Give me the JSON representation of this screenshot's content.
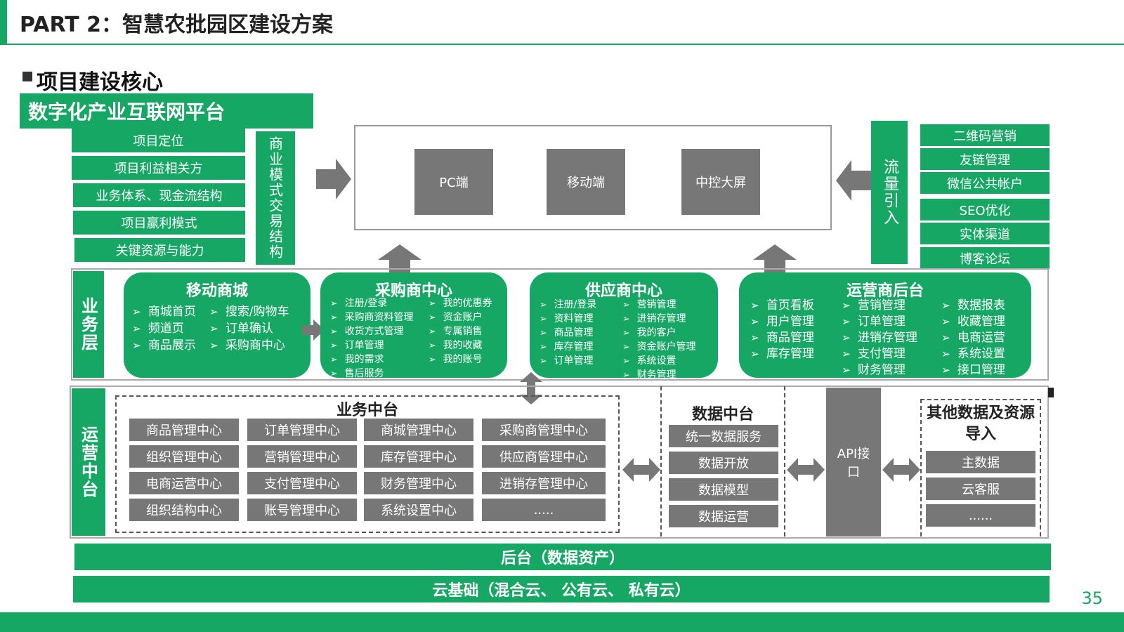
{
  "title": "PART 2：智慧农批园区建设方案",
  "section": "项目建设核心",
  "platform": "数字化产业互联网平台",
  "left_items": [
    "项目定位",
    "项目利益相关方",
    "业务体系、现金流结构",
    "项目赢利模式",
    "关键资源与能力"
  ],
  "business_model": "商业模式交易结构",
  "screens": [
    "PC端",
    "移动端",
    "中控大屏"
  ],
  "traffic": "流量引入",
  "traffic_items": [
    "二维码营销",
    "友链管理",
    "微信公共帐户",
    "SEO优化",
    "实体渠道",
    "博客论坛"
  ],
  "biz_layer": "业务层",
  "biz": {
    "mall": {
      "title": "移动商城",
      "col1": [
        "商城首页",
        "频道页",
        "商品展示"
      ],
      "col2": [
        "搜索/购物车",
        "订单确认",
        "采购商中心"
      ]
    },
    "purchase": {
      "title": "采购商中心",
      "col1": [
        "注册/登录",
        "采购商资料管理",
        "收货方式管理",
        "订单管理",
        "我的需求",
        "售后服务"
      ],
      "col2": [
        "我的优惠券",
        "资金账户",
        "专属销售",
        "我的收藏",
        "我的账号"
      ]
    },
    "supplier": {
      "title": "供应商中心",
      "col1": [
        "注册/登录",
        "资料管理",
        "商品管理",
        "库存管理",
        "订单管理"
      ],
      "col2": [
        "营销管理",
        "进销存管理",
        "我的客户",
        "资金账户管理",
        "系统设置",
        "财务管理"
      ]
    },
    "operator": {
      "title": "运营商后台",
      "col1": [
        "首页看板",
        "用户管理",
        "商品管理",
        "库存管理"
      ],
      "col2": [
        "营销管理",
        "订单管理",
        "进销存管理",
        "支付管理",
        "财务管理"
      ],
      "col3": [
        "数据报表",
        "收藏管理",
        "电商运营",
        "系统设置",
        "接口管理"
      ]
    }
  },
  "ops_layer": "运营中台",
  "biz_platform": {
    "title": "业务中台",
    "grid": [
      [
        "商品管理中心",
        "订单管理中心",
        "商城管理中心",
        "采购商管理中心"
      ],
      [
        "组织管理中心",
        "营销管理中心",
        "库存管理中心",
        "供应商管理中心"
      ],
      [
        "电商运营中心",
        "支付管理中心",
        "财务管理中心",
        "进销存管理中心"
      ],
      [
        "组织结构中心",
        "账号管理中心",
        "系统设置中心",
        "....."
      ]
    ]
  },
  "data_platform": {
    "title": "数据中台",
    "items": [
      "统一数据服务",
      "数据开放",
      "数据模型",
      "数据运营"
    ]
  },
  "api": "API接口",
  "other": {
    "title": "其他数据及资源导入",
    "items": [
      "主数据",
      "云客服",
      "......"
    ]
  },
  "backend": "后台（数据资产）",
  "cloud": "云基础（混合云、 公有云、 私有云）",
  "page_number": "35",
  "colors": {
    "accent": "#16a765",
    "gray": "#777777"
  }
}
